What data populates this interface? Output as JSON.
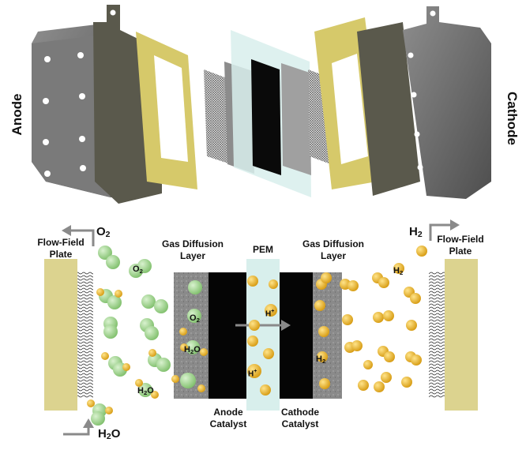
{
  "exploded_view": {
    "anode_label": "Anode",
    "cathode_label": "Cathode"
  },
  "cross_section": {
    "flow_field_left": "Flow-Field Plate",
    "flow_field_right": "Flow-Field Plate",
    "gdl_left": "Gas Diffusion Layer",
    "gdl_right": "Gas Diffusion Layer",
    "pem": "PEM",
    "anode_catalyst": "Anode Catalyst",
    "cathode_catalyst": "Cathode Catalyst",
    "o2_outlet": {
      "base": "O",
      "sub": "2"
    },
    "h2o_inlet": {
      "base": "H",
      "sub": "2",
      "tail": "O"
    },
    "h2_inlet": {
      "base": "H",
      "sub": "2"
    },
    "molecule_labels": {
      "o2": {
        "base": "O",
        "sub": "2"
      },
      "h2o": {
        "base": "H",
        "sub": "2",
        "tail": "O"
      },
      "h2": {
        "base": "H",
        "sub": "2"
      },
      "proton": {
        "base": "H",
        "sup": "+"
      }
    }
  },
  "colors": {
    "plate_gray": "#6f6f6f",
    "plate_dark": "#58584c",
    "gasket_yellow": "#d6c96a",
    "flow_field": "#dcd38f",
    "catalyst": "#050505",
    "gdl_gray": "#8a8a8a",
    "pem": "#d8efec",
    "o2_green": "#9fd48d",
    "h2_gold": "#e6a820",
    "arrow_gray": "#8a8a8a"
  }
}
